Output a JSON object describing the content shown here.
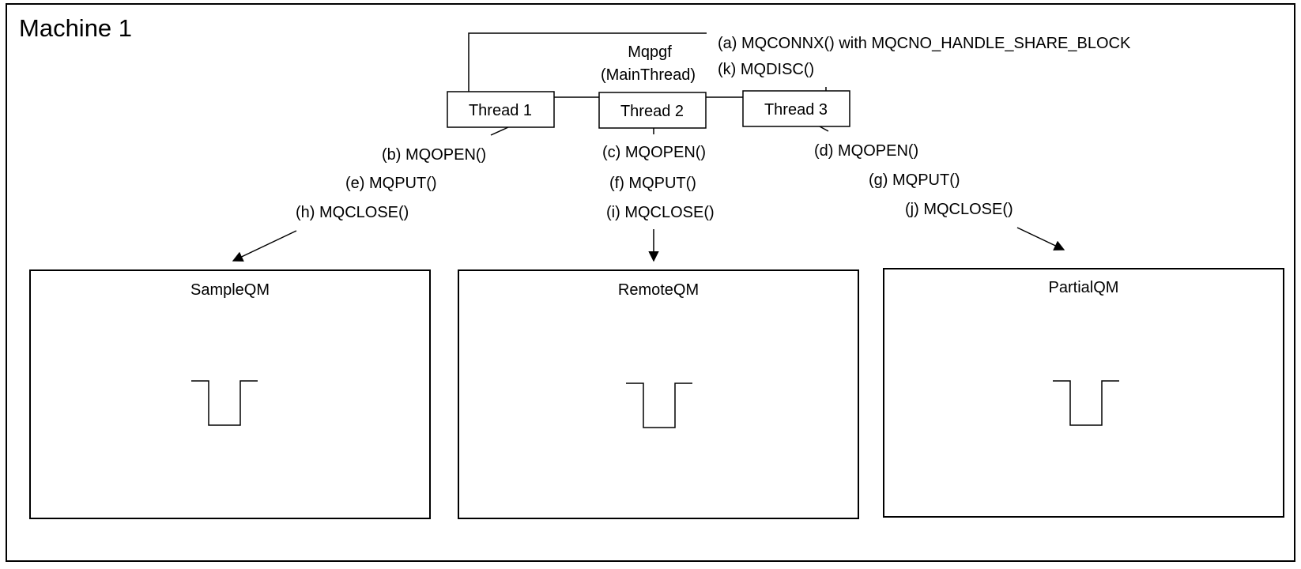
{
  "machine": {
    "title": "Machine 1"
  },
  "main_thread": {
    "name": "Mqpgf",
    "subtitle": "(MainThread)"
  },
  "threads": [
    {
      "label": "Thread 1"
    },
    {
      "label": "Thread 2"
    },
    {
      "label": "Thread 3"
    }
  ],
  "main_calls": {
    "connect": "(a) MQCONNX() with MQCNO_HANDLE_SHARE_BLOCK",
    "disconnect": "(k) MQDISC()"
  },
  "thread_calls": [
    {
      "open": "(b) MQOPEN()",
      "put": "(e) MQPUT()",
      "close": "(h) MQCLOSE()"
    },
    {
      "open": "(c) MQOPEN()",
      "put": "(f) MQPUT()",
      "close": "(i) MQCLOSE()"
    },
    {
      "open": "(d) MQOPEN()",
      "put": "(g) MQPUT()",
      "close": "(j) MQCLOSE()"
    }
  ],
  "queue_managers": [
    {
      "name": "SampleQM"
    },
    {
      "name": "RemoteQM"
    },
    {
      "name": "PartialQM"
    }
  ]
}
